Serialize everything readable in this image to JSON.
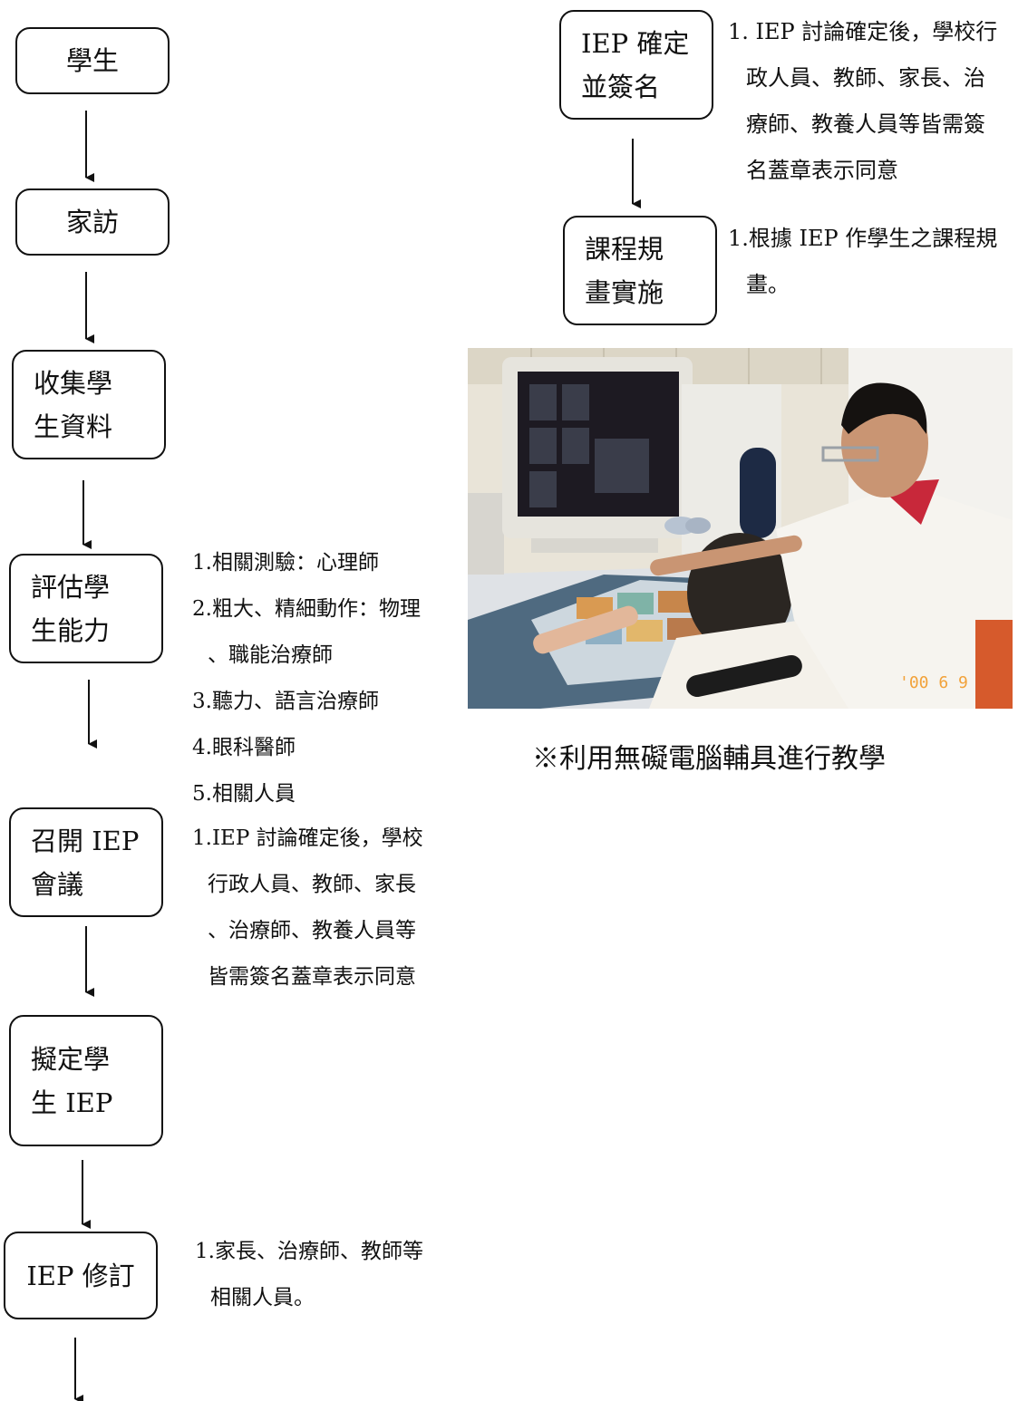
{
  "flow": {
    "student": "學生",
    "home_visit": "家訪",
    "collect": [
      "收集學",
      "生資料"
    ],
    "assess": [
      "評估學",
      "生能力"
    ],
    "meeting": [
      "召開 IEP",
      "會議"
    ],
    "draft": [
      "擬定學",
      "生 IEP"
    ],
    "revise": "IEP 修訂",
    "confirm": [
      "IEP 確定",
      "並簽名"
    ],
    "curriculum": [
      "課程規",
      "畫實施"
    ]
  },
  "notes": {
    "assess": [
      "1.相關測驗：心理師",
      "2.粗大、精細動作：物理",
      "、職能治療師",
      "3.聽力、語言治療師",
      "4.眼科醫師",
      "5.相關人員"
    ],
    "meeting": [
      "1.IEP 討論確定後，學校",
      "行政人員、教師、家長",
      "、治療師、教養人員等",
      "皆需簽名蓋章表示同意"
    ],
    "revise": [
      "1.家長、治療師、教師等",
      "相關人員。"
    ],
    "confirm": [
      "1. IEP 討論確定後，學校行",
      "政人員、教師、家長、治",
      "療師、教養人員等皆需簽",
      "名蓋章表示同意"
    ],
    "curriculum": [
      "1.根據 IEP 作學生之課程規",
      "畫。"
    ]
  },
  "photo": {
    "date_stamp": "'00 6 9"
  },
  "caption": "※利用無礙電腦輔具進行教學"
}
